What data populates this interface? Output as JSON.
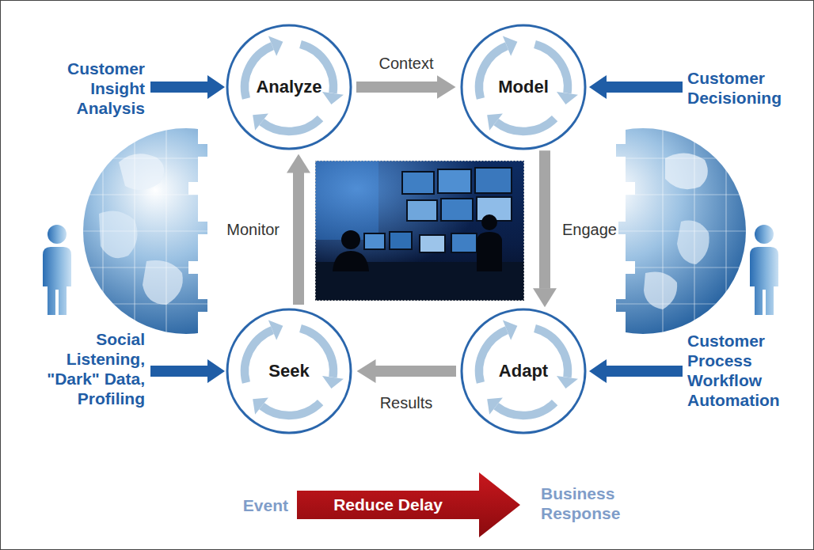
{
  "diagram": {
    "nodes": [
      {
        "text": [
          "Analyze"
        ]
      },
      {
        "text": [
          "Model"
        ]
      },
      {
        "text": [
          "Seek"
        ]
      },
      {
        "text": [
          "Adapt"
        ]
      },
      {
        "text": [
          "Reduce Delay"
        ]
      }
    ],
    "edges": [
      {
        "from": 0,
        "to": 1,
        "arrow": "to",
        "label": "Context"
      },
      {
        "from": 1,
        "to": 3,
        "arrow": "to",
        "label": "Engage"
      },
      {
        "from": 3,
        "to": 2,
        "arrow": "to",
        "label": "Results"
      },
      {
        "from": 2,
        "to": 0,
        "arrow": "to",
        "label": "Monitor"
      }
    ],
    "labels": [
      "Customer Insight Analysis",
      "Customer Decisioning",
      "Social Listening, \"Dark\" Data, Profiling",
      "Customer Process Workflow Automation",
      "Event",
      "Business Response"
    ]
  }
}
